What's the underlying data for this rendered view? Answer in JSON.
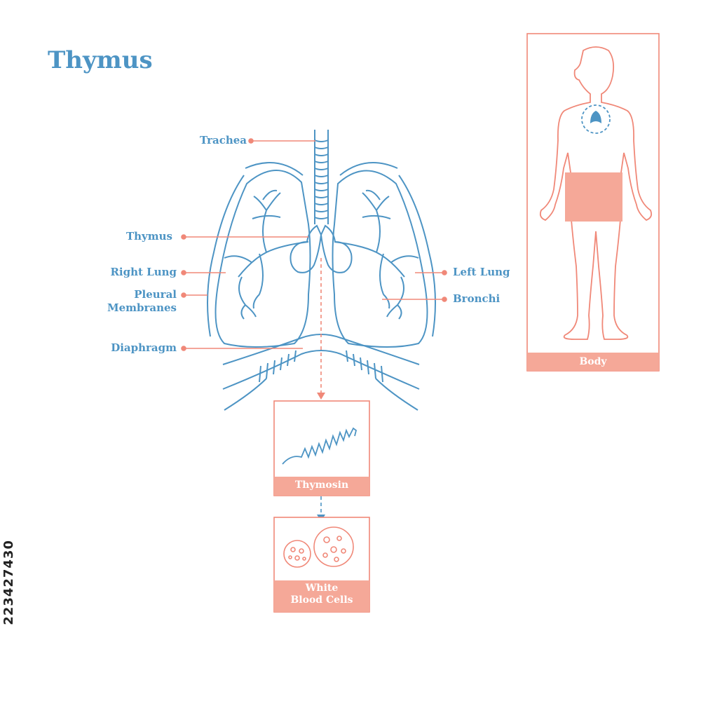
{
  "title": "Thymus",
  "labels": {
    "trachea": "Trachea",
    "thymus": "Thymus",
    "right_lung": "Right Lung",
    "pleural_line1": "Pleural",
    "pleural_line2": "Membranes",
    "diaphragm": "Diaphragm",
    "left_lung": "Left Lung",
    "bronchi": "Bronchi"
  },
  "boxes": {
    "thymosin": "Thymosin",
    "wbc_line1": "White",
    "wbc_line2": "Blood Cells",
    "body": "Body"
  },
  "image_id": "223427430",
  "colors": {
    "blue": "#4d94c4",
    "coral": "#f08878",
    "coral_fill": "#f5a898"
  }
}
